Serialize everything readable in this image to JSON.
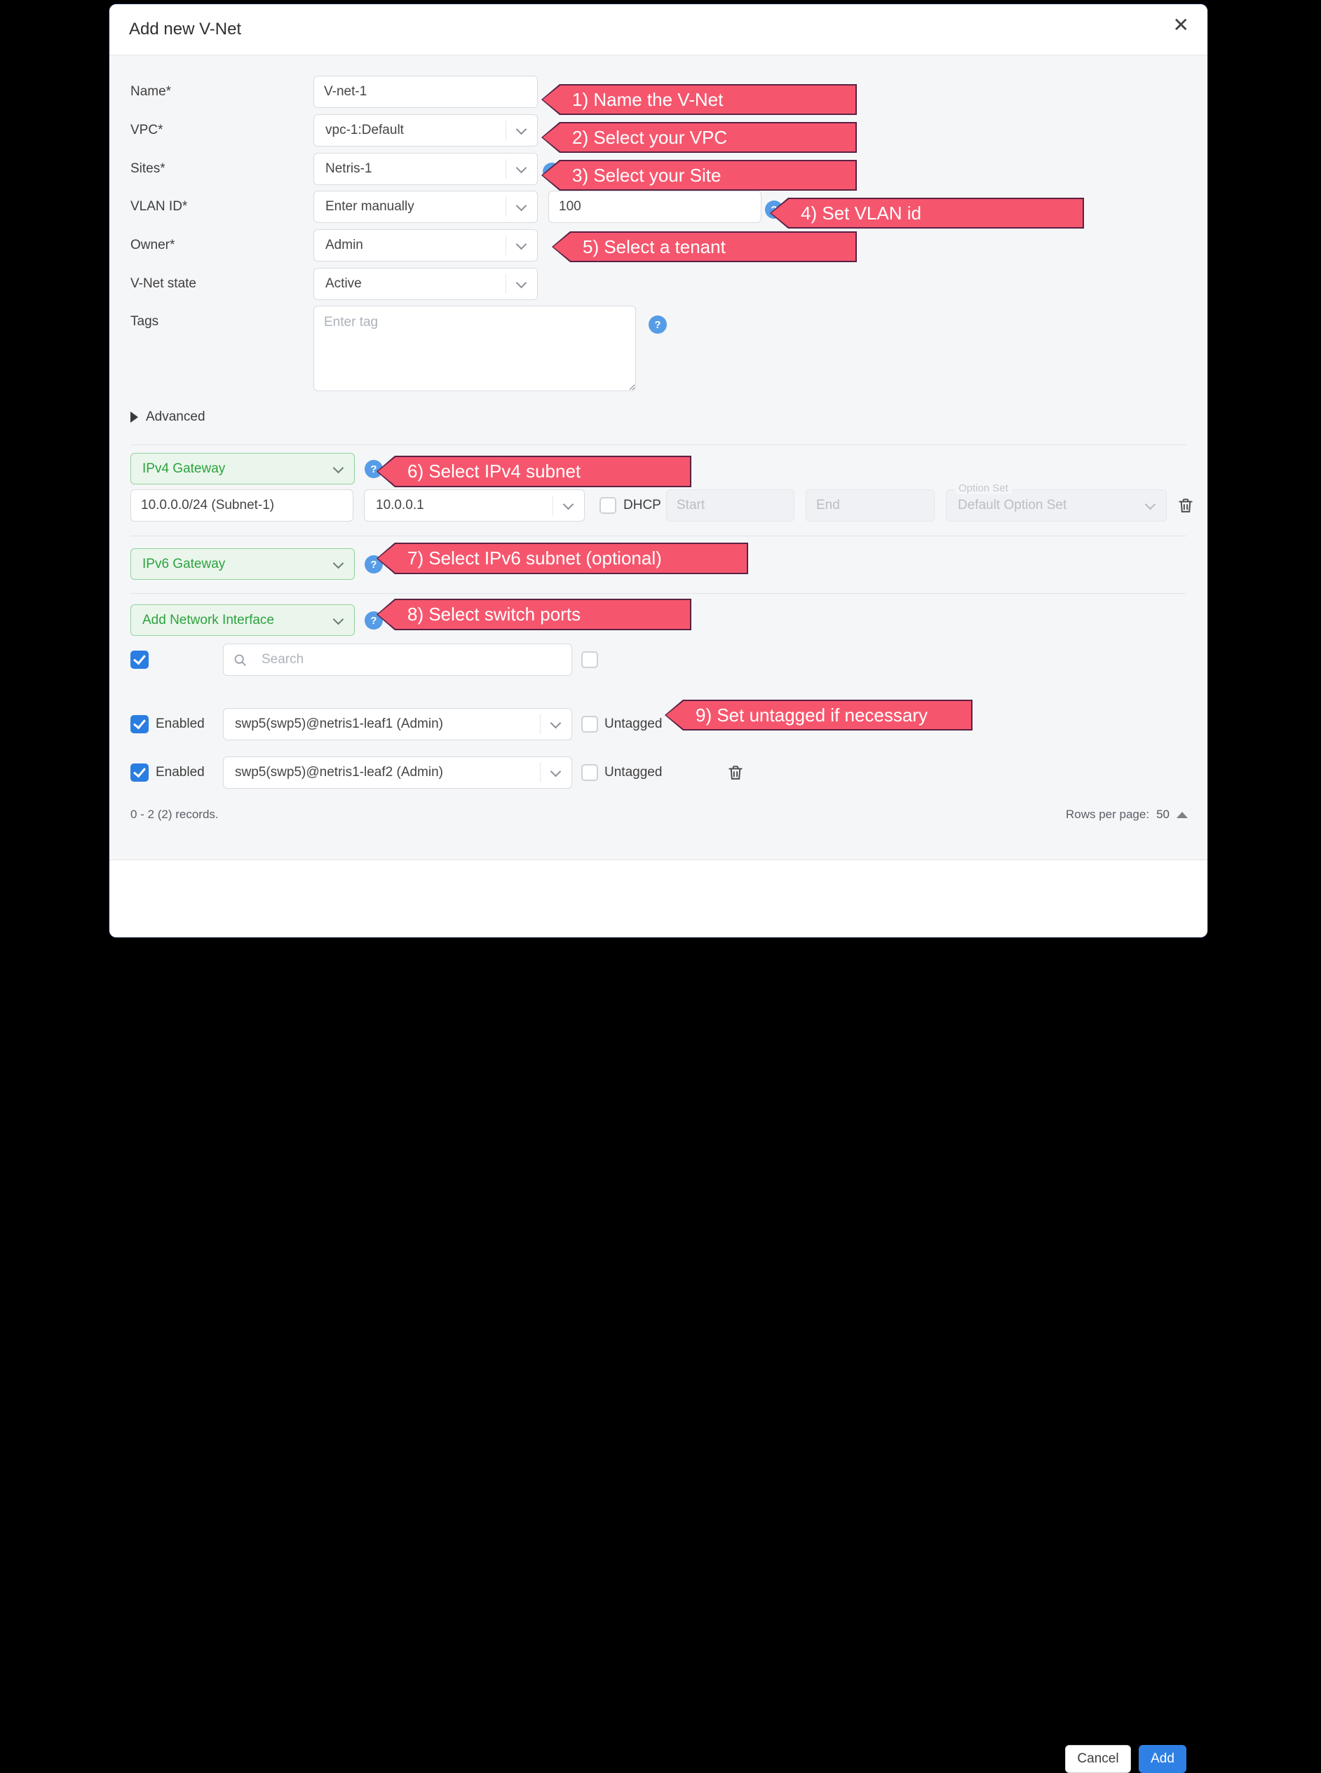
{
  "modal": {
    "title": "Add new V-Net"
  },
  "icons": {
    "close": "✕",
    "help": "?"
  },
  "form": {
    "name": {
      "label": "Name*",
      "value": "V-net-1"
    },
    "vpc": {
      "label": "VPC*",
      "value": "vpc-1:Default"
    },
    "sites": {
      "label": "Sites*",
      "value": "Netris-1"
    },
    "vlan": {
      "label": "VLAN ID*",
      "mode": "Enter manually",
      "value": "100"
    },
    "owner": {
      "label": "Owner*",
      "value": "Admin"
    },
    "state": {
      "label": "V-Net state",
      "value": "Active"
    },
    "tags": {
      "label": "Tags",
      "placeholder": "Enter tag"
    },
    "advanced_label": "Advanced"
  },
  "gateways": {
    "ipv4_button": "IPv4 Gateway",
    "ipv6_button": "IPv6 Gateway",
    "add_interface_button": "Add Network Interface",
    "subnet_row": {
      "subnet": "10.0.0.0/24 (Subnet-1)",
      "gateway": "10.0.0.1",
      "dhcp_label": "DHCP",
      "start_placeholder": "Start",
      "end_placeholder": "End",
      "option_set_label": "Option Set",
      "option_set_value": "Default Option Set"
    }
  },
  "ports": {
    "search_placeholder": "Search",
    "rows": [
      {
        "enabled_label": "Enabled",
        "interface": "swp5(swp5)@netris1-leaf1 (Admin)",
        "untagged_label": "Untagged"
      },
      {
        "enabled_label": "Enabled",
        "interface": "swp5(swp5)@netris1-leaf2 (Admin)",
        "untagged_label": "Untagged"
      }
    ],
    "records_text": "0 - 2 (2) records.",
    "rows_per_page_label": "Rows per page:",
    "rows_per_page_value": "50"
  },
  "annotations": {
    "a1": "1) Name the V-Net",
    "a2": "2) Select your VPC",
    "a3": "3) Select your Site",
    "a4": "4) Set VLAN id",
    "a5": "5) Select a tenant",
    "a6": "6) Select IPv4 subnet",
    "a7": "7) Select IPv6 subnet (optional)",
    "a8": "8) Select switch ports",
    "a9": "9) Set untagged if necessary"
  },
  "footer": {
    "cancel_label": "Cancel",
    "add_label": "Add"
  },
  "colors": {
    "annotation_fill": "#f5566d",
    "annotation_border": "#5b2144",
    "accent_blue": "#2f80e4",
    "checkbox_blue": "#2a7de1",
    "green_text": "#2ca23e",
    "help_blue": "#569ce6"
  }
}
